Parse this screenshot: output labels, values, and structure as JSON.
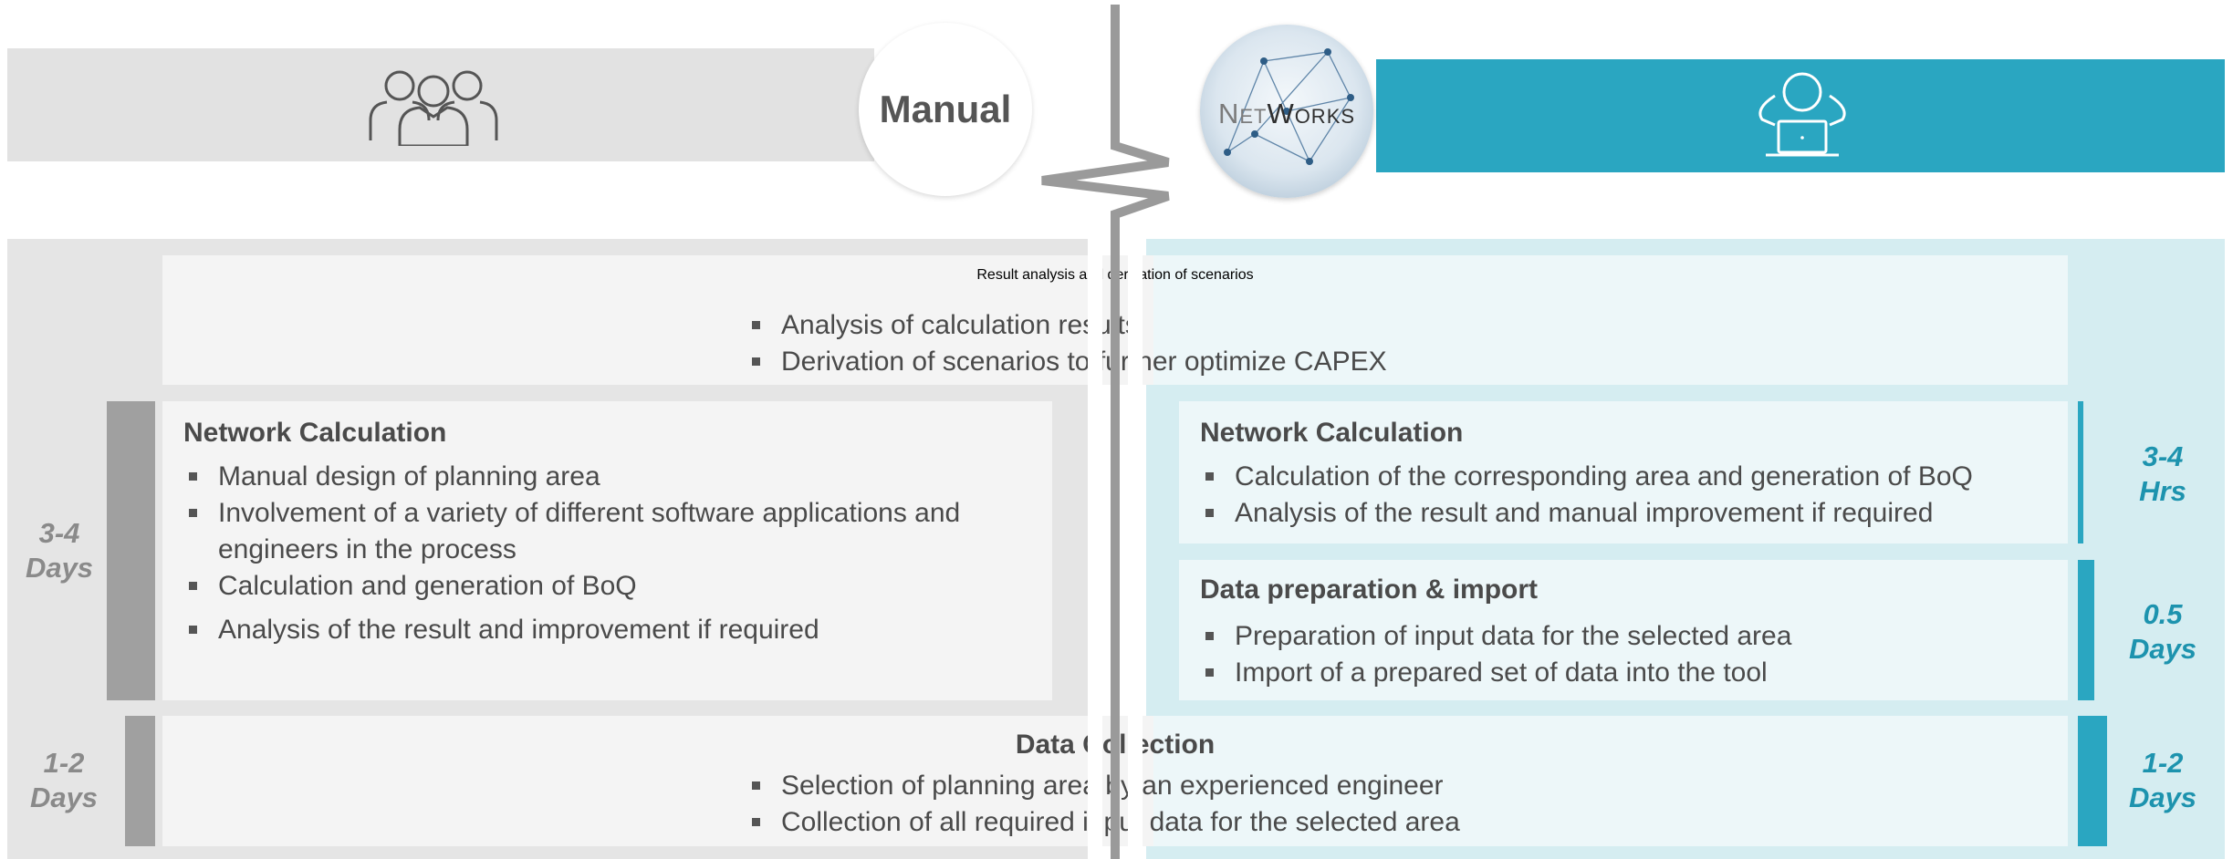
{
  "header": {
    "manual_label": "Manual",
    "logo_text_left": "Net",
    "logo_text_right": "Works",
    "manual_icon": "people-group-icon",
    "tool_icon": "person-laptop-icon"
  },
  "colors": {
    "manual_bar": "#e2e2e2",
    "tool_bar": "#2aa6c1",
    "manual_bg": "#e5e5e5",
    "tool_bg": "#d5edf1",
    "box": "#f4f4f4",
    "box_tool": "#edf7f9",
    "duration_manual": "#8a8a8a",
    "duration_tool": "#1d93ae",
    "divider": "#9a9a9a"
  },
  "top_box": {
    "title": "Result analysis and derivation of scenarios",
    "items": [
      "Analysis of calculation results",
      "Derivation of scenarios to further optimize CAPEX"
    ]
  },
  "manual": {
    "network": {
      "title": "Network Calculation",
      "items": [
        "Manual design of planning area",
        "Involvement of a variety of different software applications and engineers in the process",
        "Calculation and generation of BoQ",
        "Analysis of the result and improvement if required"
      ]
    },
    "network_duration": [
      "3-4",
      "Days"
    ],
    "collection_duration": [
      "1-2",
      "Days"
    ]
  },
  "tool": {
    "network": {
      "title": "Network Calculation",
      "items": [
        "Calculation of the corresponding area and generation of BoQ",
        "Analysis of the result and manual improvement if required"
      ]
    },
    "network_duration": [
      "3-4",
      "Hrs"
    ],
    "prep": {
      "title": "Data preparation & import",
      "items": [
        "Preparation of input data for the selected area",
        "Import of a prepared set of data into the tool"
      ]
    },
    "prep_duration": [
      "0.5",
      "Days"
    ],
    "collection_duration": [
      "1-2",
      "Days"
    ]
  },
  "collection": {
    "title": "Data Collection",
    "items": [
      "Selection of planning area by an experienced engineer",
      "Collection of all required input data for the selected area"
    ]
  }
}
